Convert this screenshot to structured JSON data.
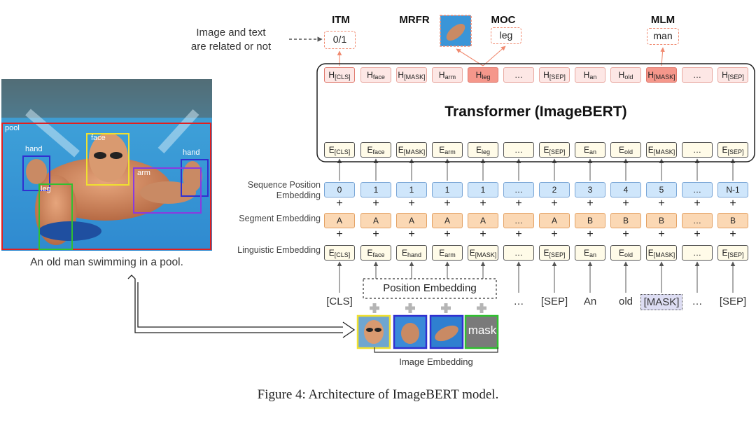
{
  "heads": {
    "itm": {
      "label": "ITM",
      "value": "0/1"
    },
    "mrfr": {
      "label": "MRFR"
    },
    "moc": {
      "label": "MOC",
      "value": "leg"
    },
    "mlm": {
      "label": "MLM",
      "value": "man"
    }
  },
  "itm_note": [
    "Image and text",
    "are related or not"
  ],
  "transformer_title": "Transformer (ImageBERT)",
  "hidden_tokens": [
    {
      "base": "H",
      "sub": "[CLS]",
      "style": "cls"
    },
    {
      "base": "H",
      "sub": "face",
      "style": "normal"
    },
    {
      "base": "H",
      "sub": "[MASK]",
      "style": "normal"
    },
    {
      "base": "H",
      "sub": "arm",
      "style": "normal"
    },
    {
      "base": "H",
      "sub": "leg",
      "style": "hl"
    },
    {
      "base": "…",
      "sub": "",
      "style": "normal"
    },
    {
      "base": "H",
      "sub": "[SEP]",
      "style": "normal"
    },
    {
      "base": "H",
      "sub": "an",
      "style": "normal"
    },
    {
      "base": "H",
      "sub": "old",
      "style": "normal"
    },
    {
      "base": "H",
      "sub": "[MASK]",
      "style": "hl"
    },
    {
      "base": "…",
      "sub": "",
      "style": "normal"
    },
    {
      "base": "H",
      "sub": "[SEP]",
      "style": "normal"
    }
  ],
  "embed_tokens": [
    {
      "base": "E",
      "sub": "[CLS]"
    },
    {
      "base": "E",
      "sub": "face"
    },
    {
      "base": "E",
      "sub": "[MASK]"
    },
    {
      "base": "E",
      "sub": "arm"
    },
    {
      "base": "E",
      "sub": "leg"
    },
    {
      "base": "…",
      "sub": ""
    },
    {
      "base": "E",
      "sub": "[SEP]"
    },
    {
      "base": "E",
      "sub": "an"
    },
    {
      "base": "E",
      "sub": "old"
    },
    {
      "base": "E",
      "sub": "[MASK]"
    },
    {
      "base": "…",
      "sub": ""
    },
    {
      "base": "E",
      "sub": "[SEP]"
    }
  ],
  "row_labels": {
    "sequence_position": [
      "Sequence Position",
      "Embedding"
    ],
    "segment": "Segment Embedding",
    "linguistic": "Linguistic Embedding"
  },
  "sequence_positions": [
    "0",
    "1",
    "1",
    "1",
    "1",
    "…",
    "2",
    "3",
    "4",
    "5",
    "…",
    "N-1"
  ],
  "segments": [
    "A",
    "A",
    "A",
    "A",
    "A",
    "…",
    "A",
    "B",
    "B",
    "B",
    "…",
    "B"
  ],
  "linguistic_tokens": [
    {
      "base": "E",
      "sub": "[CLS]"
    },
    {
      "base": "E",
      "sub": "face"
    },
    {
      "base": "E",
      "sub": "hand"
    },
    {
      "base": "E",
      "sub": "arm"
    },
    {
      "base": "E",
      "sub": "[MASK]"
    },
    {
      "base": "…",
      "sub": ""
    },
    {
      "base": "E",
      "sub": "[SEP]"
    },
    {
      "base": "E",
      "sub": "an"
    },
    {
      "base": "E",
      "sub": "old"
    },
    {
      "base": "E",
      "sub": "[MASK]"
    },
    {
      "base": "…",
      "sub": ""
    },
    {
      "base": "E",
      "sub": "[SEP]"
    }
  ],
  "input_words": [
    "[CLS]",
    "",
    "",
    "",
    "",
    "…",
    "[SEP]",
    "An",
    "old",
    "[MASK]",
    "…",
    "[SEP]"
  ],
  "position_embedding_label": "Position Embedding",
  "image_embedding_label": "Image Embedding",
  "mask_label": "mask",
  "photo": {
    "regions": [
      {
        "label": "pool",
        "color": "#e02020"
      },
      {
        "label": "face",
        "color": "#f0e030"
      },
      {
        "label": "hand",
        "color": "#3030d0"
      },
      {
        "label": "hand",
        "color": "#3030d0"
      },
      {
        "label": "arm",
        "color": "#8a3ae0"
      },
      {
        "label": "leg",
        "color": "#30c030"
      }
    ],
    "caption": "An old man swimming in a pool."
  },
  "figure_caption": "Figure 4: Architecture of ImageBERT model."
}
